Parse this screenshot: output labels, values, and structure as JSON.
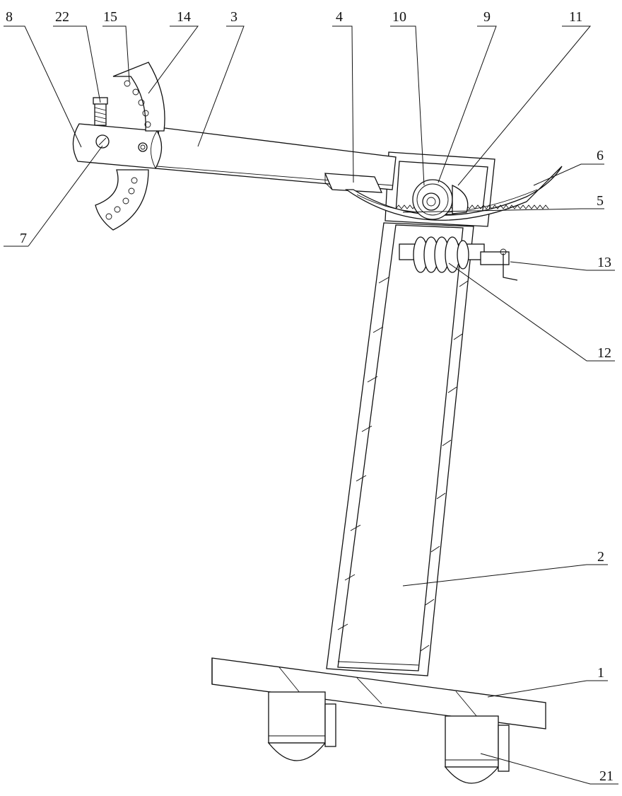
{
  "diagram": {
    "labels": [
      {
        "id": "1",
        "text": "1"
      },
      {
        "id": "2",
        "text": "2"
      },
      {
        "id": "3",
        "text": "3"
      },
      {
        "id": "4",
        "text": "4"
      },
      {
        "id": "5",
        "text": "5"
      },
      {
        "id": "6",
        "text": "6"
      },
      {
        "id": "7",
        "text": "7"
      },
      {
        "id": "8",
        "text": "8"
      },
      {
        "id": "9",
        "text": "9"
      },
      {
        "id": "10",
        "text": "10"
      },
      {
        "id": "11",
        "text": "11"
      },
      {
        "id": "12",
        "text": "12"
      },
      {
        "id": "13",
        "text": "13"
      },
      {
        "id": "14",
        "text": "14"
      },
      {
        "id": "15",
        "text": "15"
      },
      {
        "id": "21",
        "text": "21"
      },
      {
        "id": "22",
        "text": "22"
      }
    ]
  }
}
